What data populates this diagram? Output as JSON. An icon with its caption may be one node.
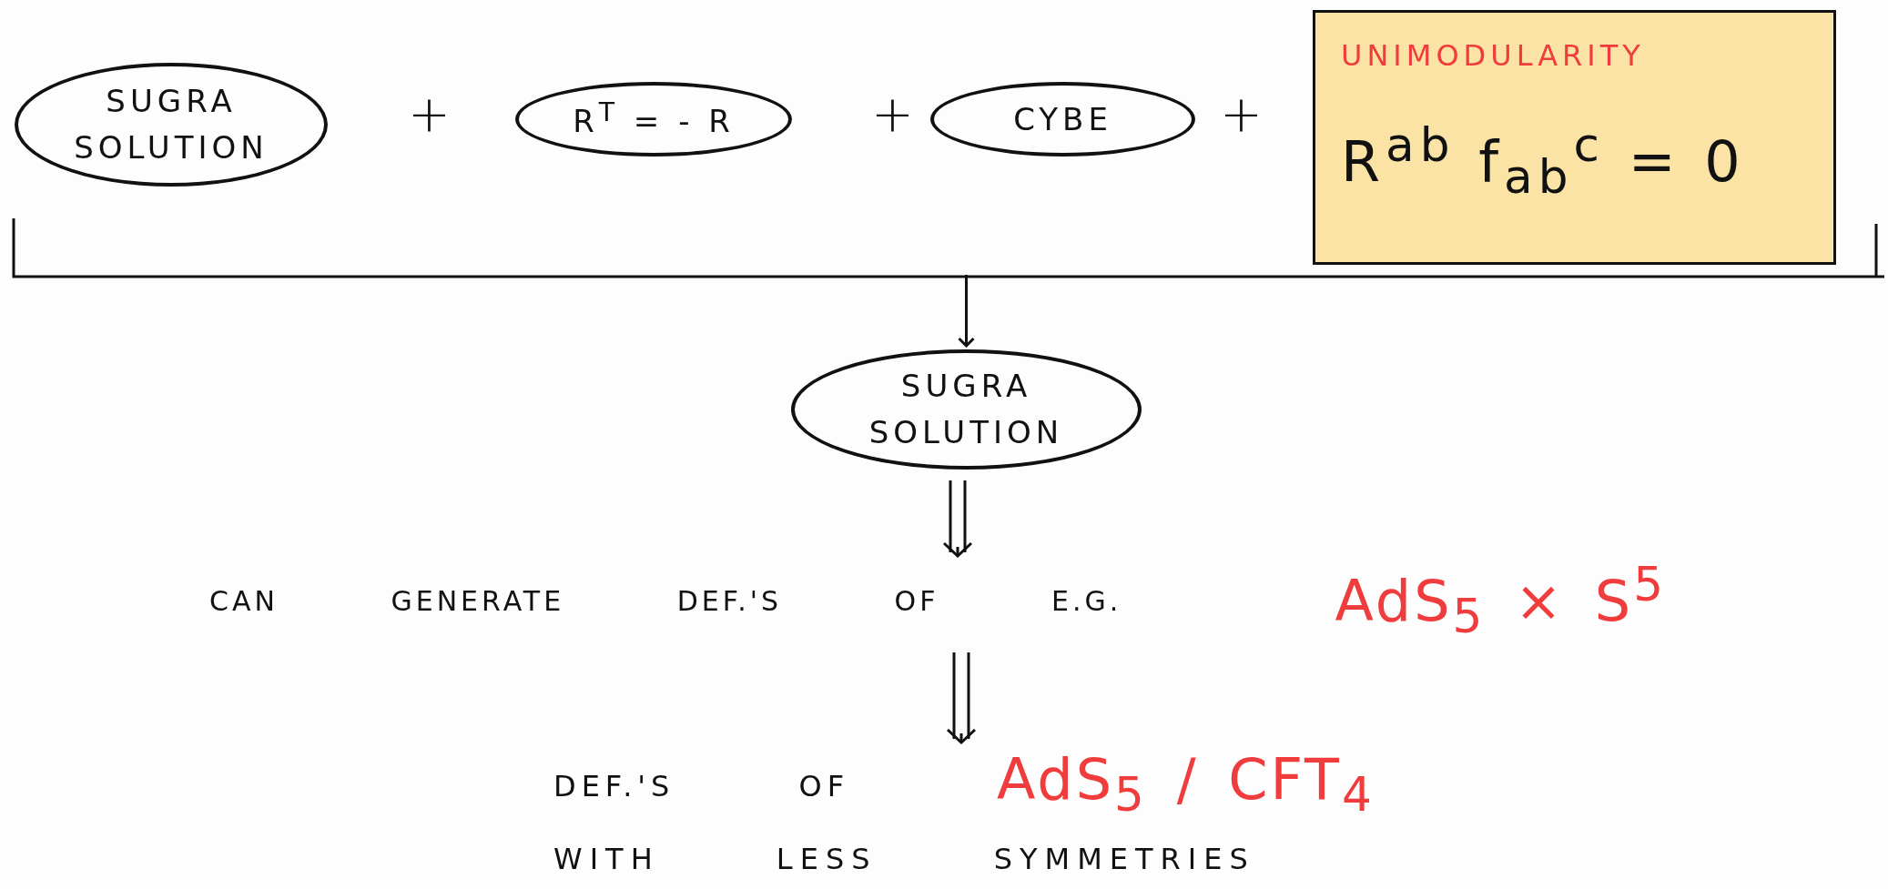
{
  "diagram": {
    "nodes": [
      {
        "text": [
          "SUGRA SOLUTION"
        ]
      },
      {
        "text": [
          "R$^{T}$ = - R"
        ]
      },
      {
        "text": [
          "CYBE"
        ]
      },
      {
        "text": [
          "UNIMODULARITY",
          "R$^{ab}$ f$_{ab}$$^{c}$ = 0"
        ]
      },
      {
        "text": [],
        "shape": "bar"
      },
      {
        "text": [
          "SUGRA SOLUTION"
        ]
      },
      {
        "text": [
          "CAN GENERATE DEF.'S OF E.G.",
          "AdS$_{5}$ × S$^{5}$"
        ]
      },
      {
        "text": [
          "DEF.'S OF",
          "AdS$_{5}$ / CFT$_{4}$",
          "WITH LESS SYMMETRIES"
        ]
      }
    ],
    "edges": [
      {
        "from": 4,
        "to": 5,
        "arrow": "to"
      },
      {
        "from": 5,
        "to": 6,
        "arrow": "to"
      },
      {
        "from": 6,
        "to": 7,
        "arrow": "to"
      }
    ],
    "labels": [
      "+",
      "+",
      "+"
    ]
  }
}
